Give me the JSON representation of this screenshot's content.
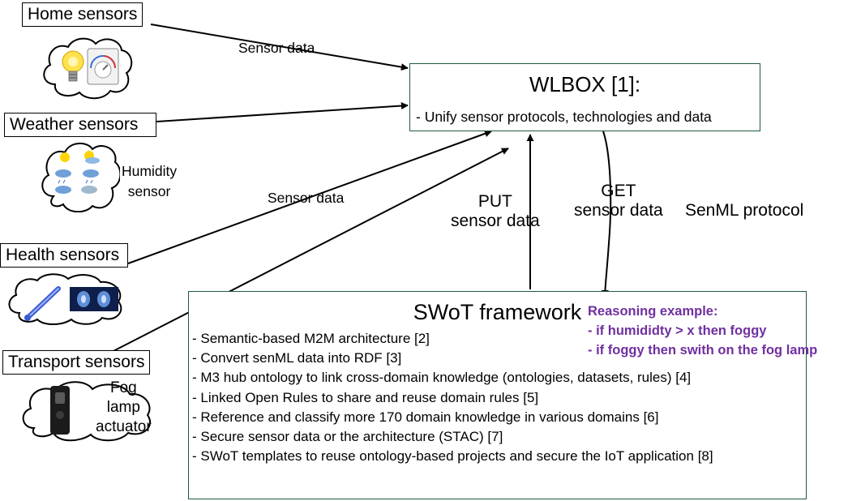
{
  "sensors": {
    "home": "Home sensors",
    "weather": "Weather sensors",
    "health": "Health sensors",
    "transport": "Transport sensors"
  },
  "edge_labels": {
    "sensor_data_top": "Sensor data",
    "sensor_data_mid": "Sensor data",
    "humidity_line1": "Humidity",
    "humidity_line2": "sensor",
    "put_line1": "PUT",
    "put_line2": "sensor data",
    "get_line1": "GET",
    "get_line2": "sensor data",
    "senml": "SenML protocol",
    "fog_line1": "Fog",
    "fog_line2": "lamp",
    "fog_line3": "actuator"
  },
  "wlbox": {
    "title": "WLBOX [1]:",
    "description": "- Unify sensor protocols, technologies and data"
  },
  "swot": {
    "title": "SWoT framework",
    "items": [
      "- Semantic-based M2M architecture [2]",
      "- Convert senML data into RDF [3]",
      "- M3 hub ontology to link cross-domain knowledge (ontologies, datasets, rules) [4]",
      "- Linked Open Rules to share and reuse domain rules [5]",
      "- Reference and classify more 170 domain knowledge in various domains [6]",
      "- Secure sensor data or the architecture (STAC) [7]",
      "- SWoT templates to reuse ontology-based projects and secure the IoT application [8]"
    ]
  },
  "reasoning": {
    "title": "Reasoning example:",
    "rule1": "- if humididty > x then foggy",
    "rule2": "- if foggy then swith on the fog lamp"
  },
  "colors": {
    "box_border": "#1f5b3a",
    "reasoning_text": "#7030a0",
    "line": "#000000"
  }
}
